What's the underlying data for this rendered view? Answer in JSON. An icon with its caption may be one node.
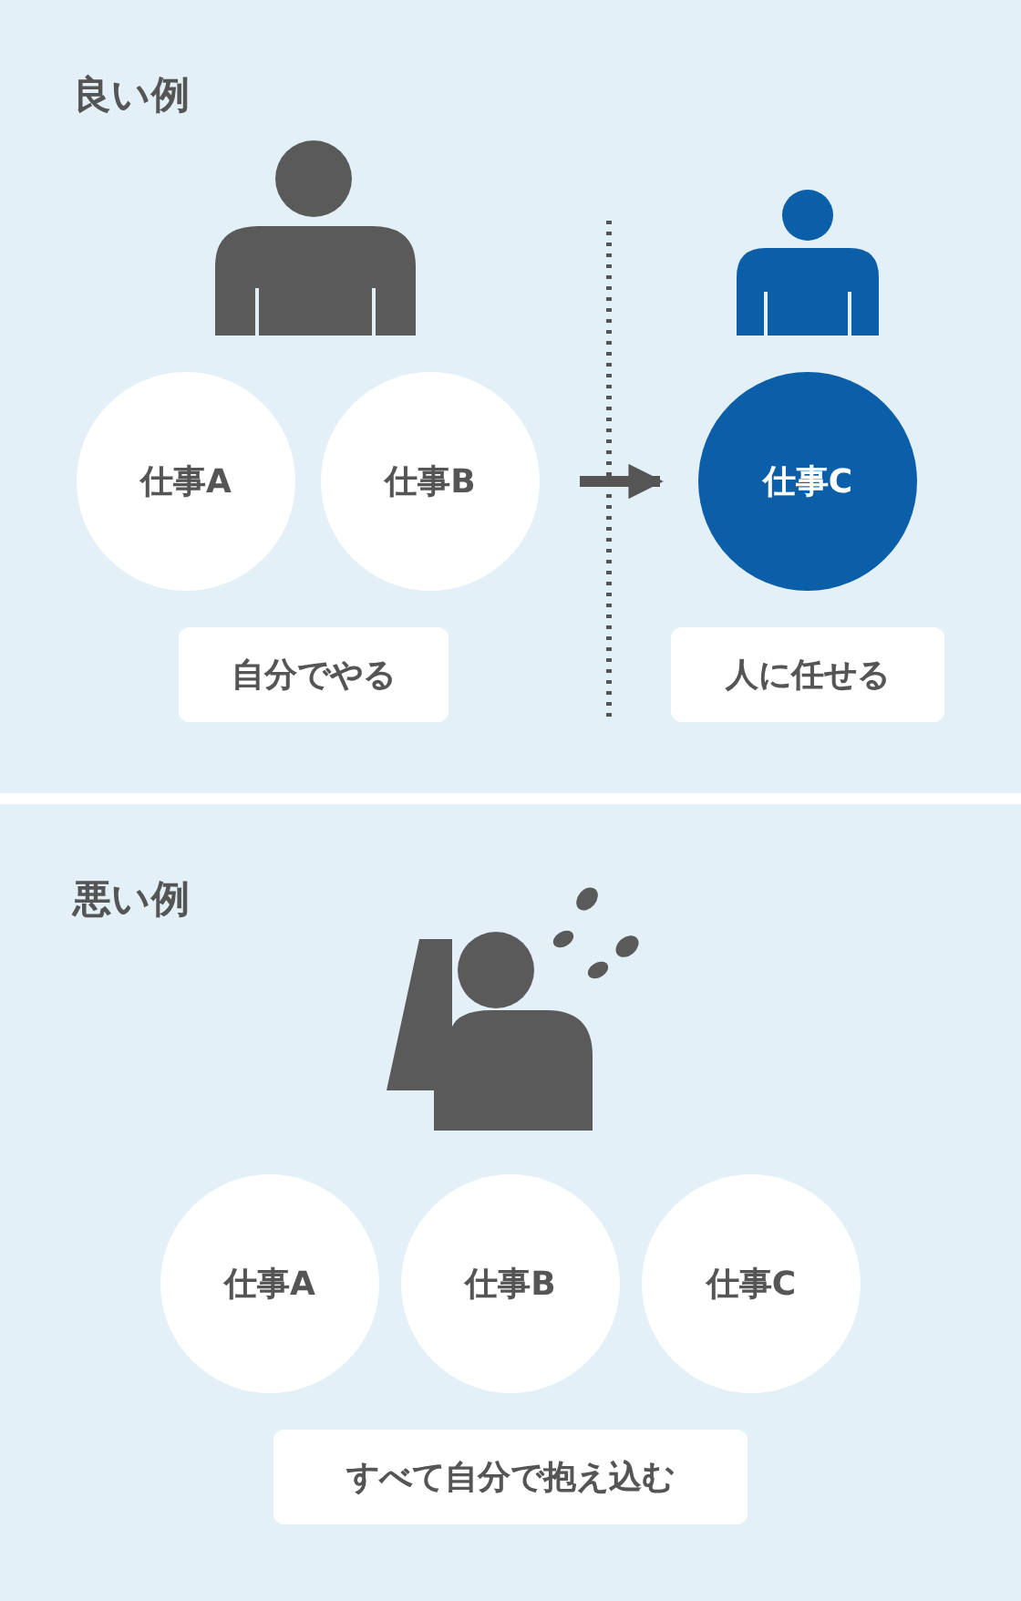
{
  "diagram": {
    "nodes": [
      {
        "text": [
          "良い例"
        ]
      },
      {
        "text": [
          "仕事A"
        ],
        "in": 0
      },
      {
        "text": [
          "仕事B"
        ],
        "in": 0
      },
      {
        "text": [
          "仕事C"
        ],
        "in": 0
      },
      {
        "text": [
          "自分でやる"
        ],
        "in": 0
      },
      {
        "text": [
          "人に任せる"
        ],
        "in": 0
      },
      {
        "text": [
          "悪い例"
        ]
      },
      {
        "text": [
          "仕事A"
        ],
        "in": 6
      },
      {
        "text": [
          "仕事B"
        ],
        "in": 6
      },
      {
        "text": [
          "仕事C"
        ],
        "in": 6
      },
      {
        "text": [
          "すべて自分で抱え込む"
        ],
        "in": 6
      }
    ],
    "edges": [
      {
        "from": 2,
        "to": 3,
        "arrow": "to"
      }
    ]
  }
}
